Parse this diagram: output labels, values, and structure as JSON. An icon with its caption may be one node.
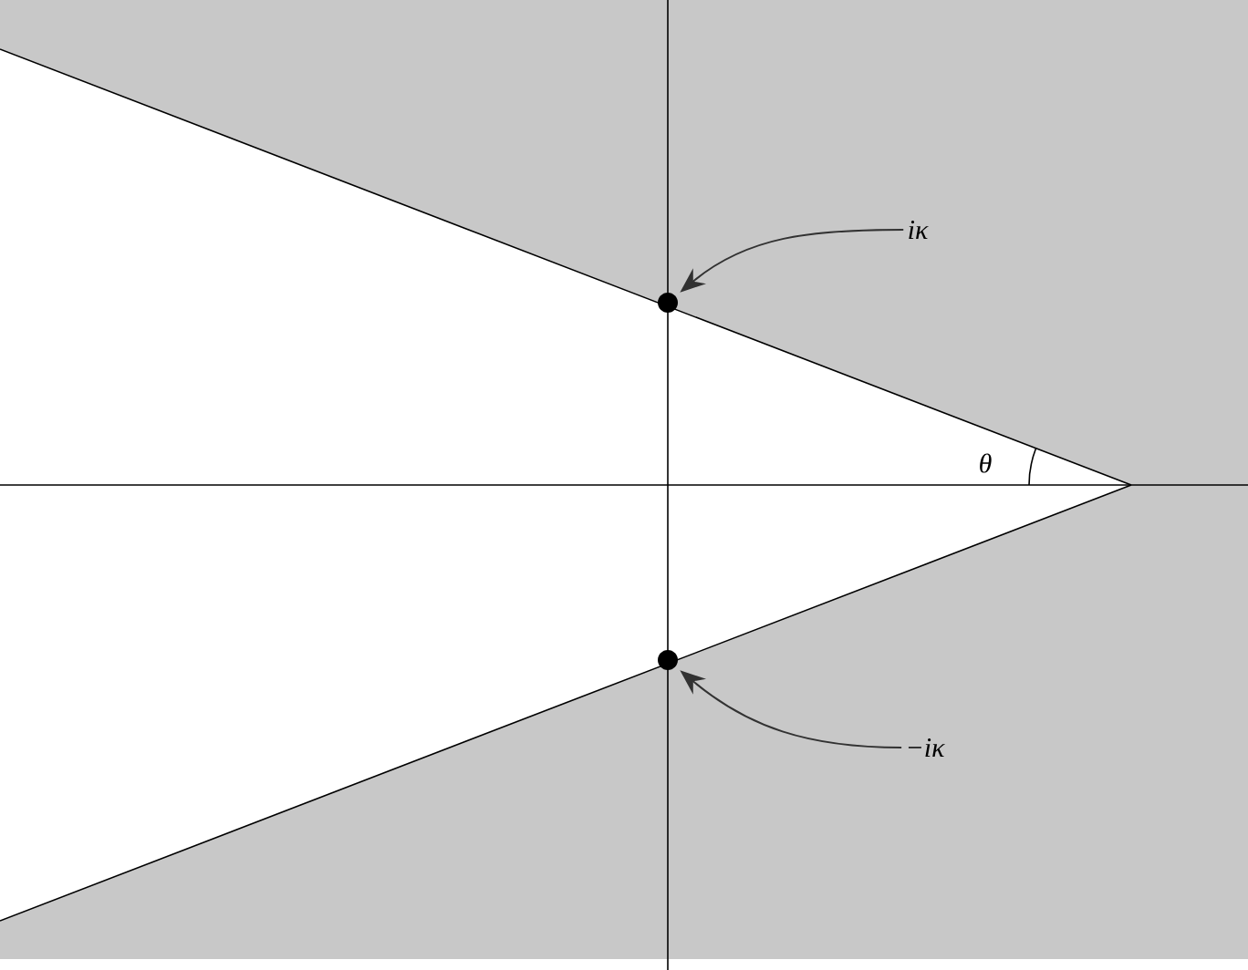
{
  "diagram": {
    "nodes": [
      {
        "text": [
          "iκ"
        ]
      },
      {
        "text": [],
        "shape": "circle"
      },
      {
        "text": [
          "−iκ"
        ]
      },
      {
        "text": [],
        "shape": "circle"
      }
    ],
    "edges": [
      {
        "from": 0,
        "to": 1,
        "arrow": "to"
      },
      {
        "from": 2,
        "to": 3,
        "arrow": "to"
      }
    ],
    "labels": [
      "θ"
    ]
  }
}
